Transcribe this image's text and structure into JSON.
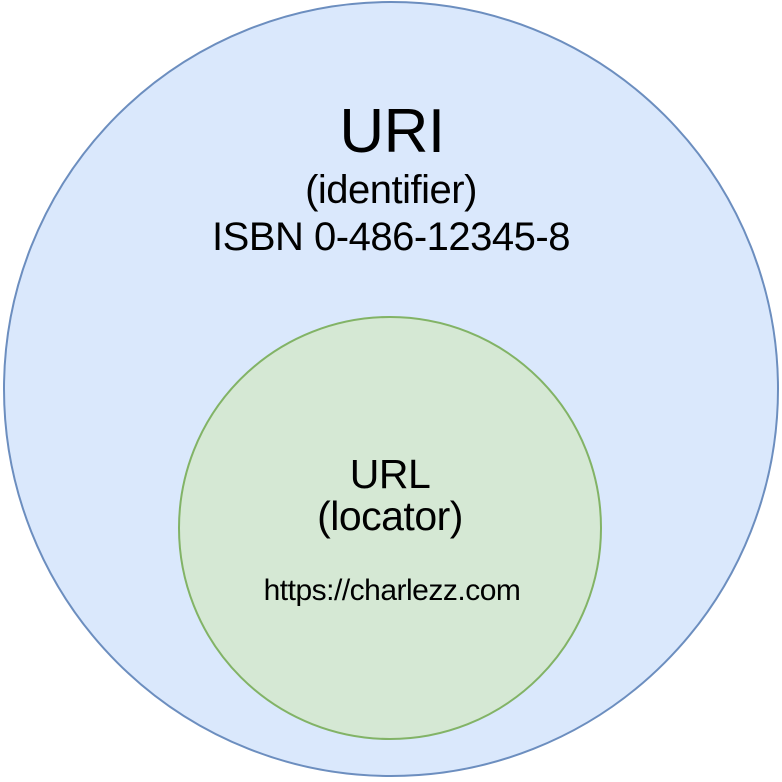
{
  "diagram": {
    "background": "#ffffff",
    "text_color": "#000000",
    "outer_set": {
      "label": "URI",
      "sublabel": "(identifier)",
      "example": "ISBN 0-486-12345-8",
      "fill": "#dae8fc",
      "stroke": "#6c8ebf"
    },
    "inner_set": {
      "label": "URL",
      "sublabel": "(locator)",
      "example": "https://charlezz.com",
      "fill": "#d5e8d4",
      "stroke": "#82b366"
    }
  }
}
